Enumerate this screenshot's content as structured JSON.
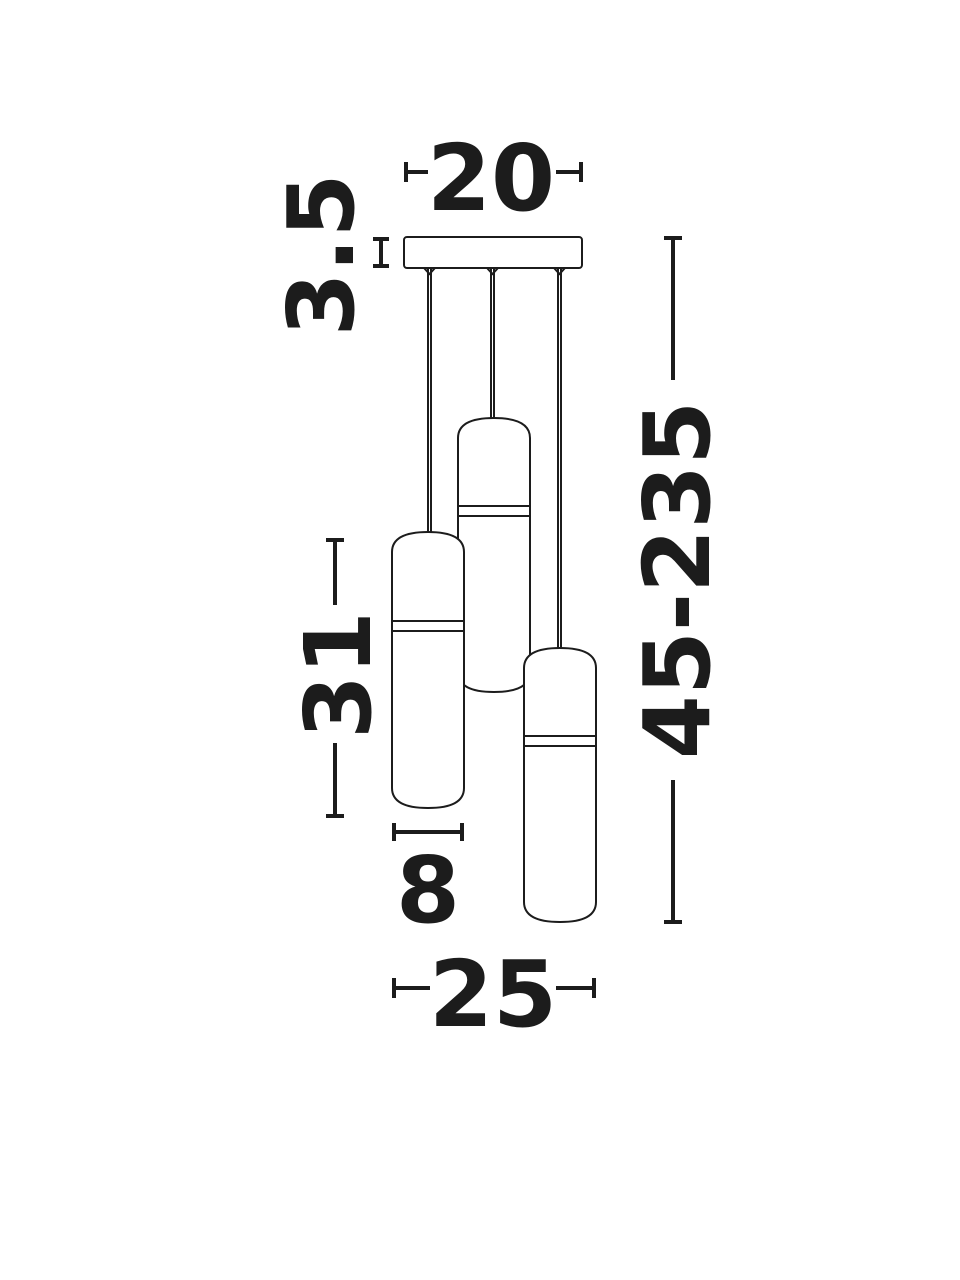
{
  "dimensions": {
    "canopy_width": "20",
    "canopy_height": "3.5",
    "shade_height": "31",
    "shade_diameter": "8",
    "overall_width": "25",
    "overall_height": "45-235"
  },
  "colors": {
    "ink": "#1c1c1c",
    "background": "#ffffff"
  }
}
